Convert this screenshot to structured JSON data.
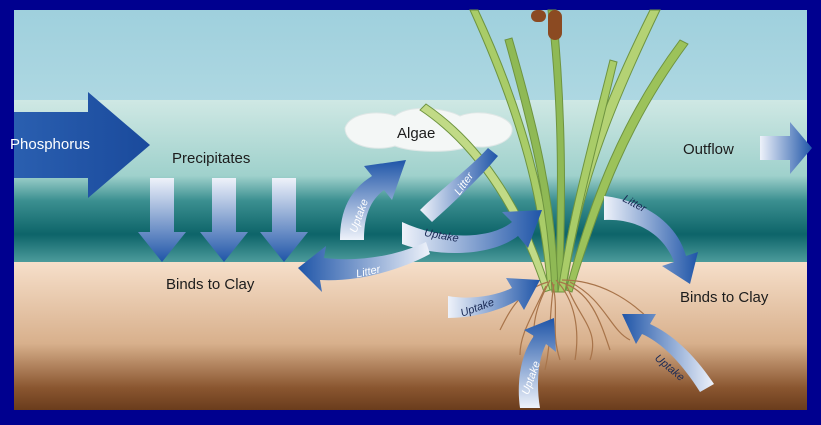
{
  "labels": {
    "phosphorus": "Phosphorus",
    "precipitates": "Precipitates",
    "algae": "Algae",
    "outflow": "Outflow",
    "binds_to_clay_left": "Binds to Clay",
    "binds_to_clay_right": "Binds to Clay"
  },
  "arrow_labels": {
    "uptake_algae": "Uptake",
    "litter_algae": "Litter",
    "uptake_mid": "Uptake",
    "litter_mid": "Litter",
    "litter_right": "Litter",
    "uptake_root_left": "Uptake",
    "uptake_root_bottom": "Uptake",
    "uptake_root_right": "Uptake"
  },
  "colors": {
    "frame": "#00008f",
    "sky": "#c5e5ec",
    "water_light": "#b9dcd9",
    "water_dark": "#0f6b6f",
    "sediment_top": "#f2d7bf",
    "sediment_bottom": "#7b4a24",
    "arrow_dark": "#1f55a8",
    "arrow_light": "#e6ecf7",
    "plant_green": "#9cc25a",
    "cattail_brown": "#8b4a22",
    "root": "#b07a4a"
  }
}
